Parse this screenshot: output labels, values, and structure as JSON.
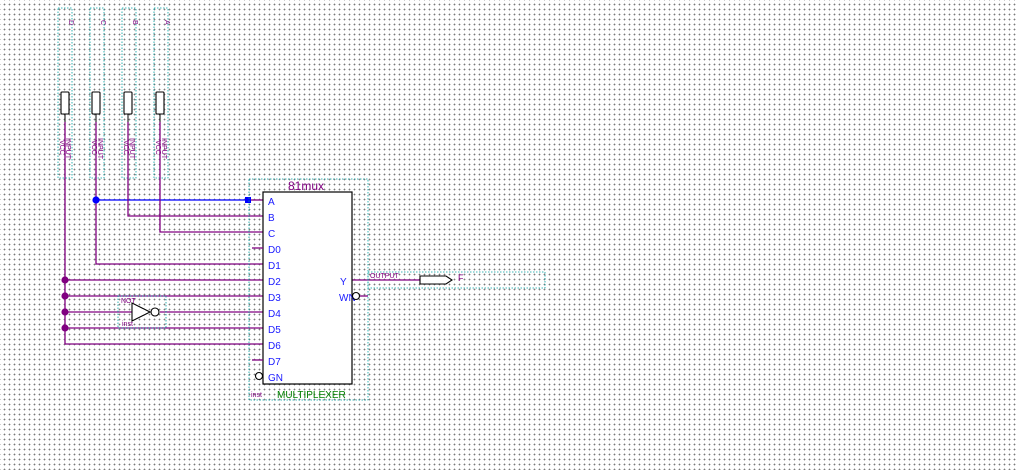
{
  "inputs": [
    {
      "name": "D",
      "type": "INPUT",
      "default": "VCC"
    },
    {
      "name": "C",
      "type": "INPUT",
      "default": "VCC"
    },
    {
      "name": "B",
      "type": "INPUT",
      "default": "VCC"
    },
    {
      "name": "A",
      "type": "INPUT",
      "default": "VCC"
    }
  ],
  "mux": {
    "title": "81mux",
    "instance": "inst",
    "footer": "MULTIPLEXER",
    "inputs": [
      "A",
      "B",
      "C",
      "D0",
      "D1",
      "D2",
      "D3",
      "D4",
      "D5",
      "D6",
      "D7",
      "GN"
    ],
    "outputs": [
      "Y",
      "WN"
    ]
  },
  "not_gate": {
    "type": "NOT",
    "instance": "inst"
  },
  "output": {
    "type": "OUTPUT",
    "name": "F"
  },
  "colors": {
    "wire": "#800080",
    "selected": "#0000ff",
    "pin_text": "#1a1aff",
    "dotted_frame": "#00a0a0",
    "footer": "#008000"
  }
}
